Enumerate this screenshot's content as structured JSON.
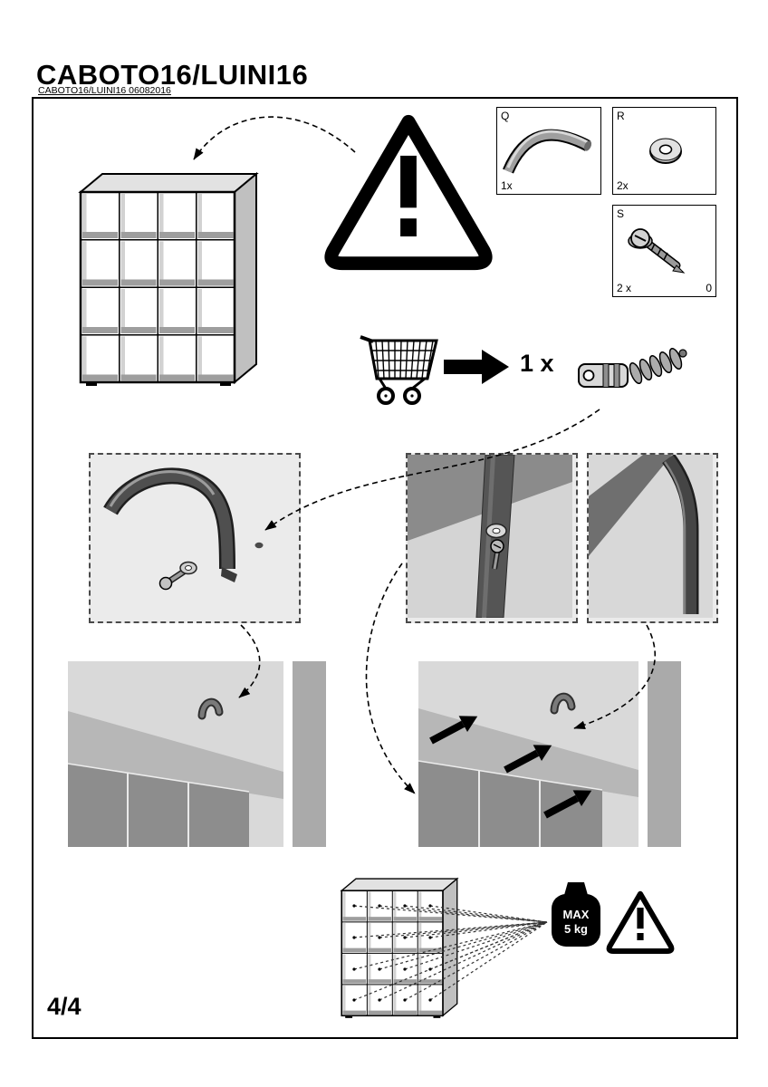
{
  "header": {
    "title": "CABOTO16/LUINI16",
    "doc_code": "CABOTO16/LUINI16 06082016"
  },
  "footer": {
    "page_number": "4/4"
  },
  "parts_legend": {
    "q": {
      "id": "Q",
      "qty": "1x",
      "icon": "wall-strap-icon"
    },
    "r": {
      "id": "R",
      "qty": "2x",
      "icon": "washer-icon"
    },
    "s": {
      "id": "S",
      "qty": "2 x",
      "corner_note": "0",
      "icon": "screw-icon"
    }
  },
  "purchase": {
    "quantity": "1 x",
    "icon": "wall-plug-anchor-icon"
  },
  "max_load": {
    "line1": "MAX",
    "line2": "5 kg"
  },
  "icons": {
    "warning": "triangle-exclamation",
    "cart": "shopping-cart",
    "weight": "max-load-weight",
    "bookcase": "cube-shelf-4x4"
  },
  "palette": {
    "ink": "#000000",
    "paper": "#ffffff",
    "wall_light": "#d9d9d9",
    "top_mid": "#b7b7b7",
    "front_dark": "#8d8d8d",
    "strap": "#4f4f4f",
    "detail_box_bg": "#ebebeb"
  }
}
